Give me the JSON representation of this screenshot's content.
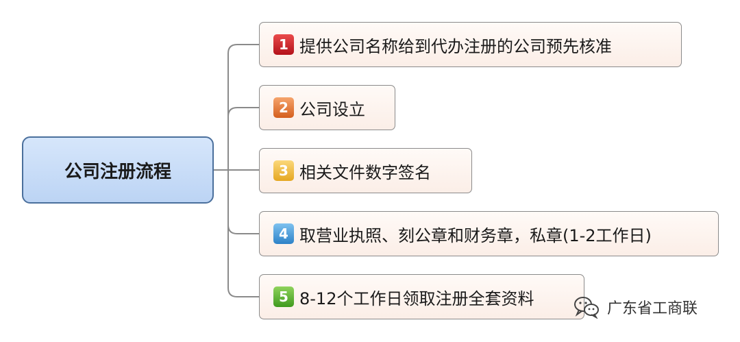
{
  "root": {
    "label": "公司注册流程"
  },
  "steps": [
    {
      "number": "1",
      "text": "提供公司名称给到代办注册的公司预先核准",
      "color": "#c8232a"
    },
    {
      "number": "2",
      "text": "公司设立",
      "color": "#e57a3a"
    },
    {
      "number": "3",
      "text": "相关文件数字签名",
      "color": "#f0bb45"
    },
    {
      "number": "4",
      "text": "取营业执照、刻公章和财务章，私章(1-2工作日)",
      "color": "#3f95d8"
    },
    {
      "number": "5",
      "text": "8-12个工作日领取注册全套资料",
      "color": "#5bb533"
    }
  ],
  "watermark": {
    "icon": "wechat-icon",
    "text": "广东省工商联"
  },
  "colors": {
    "root_border": "#4a6f9c",
    "root_fill": "#c9dcf7",
    "line": "#8a8a8a"
  }
}
